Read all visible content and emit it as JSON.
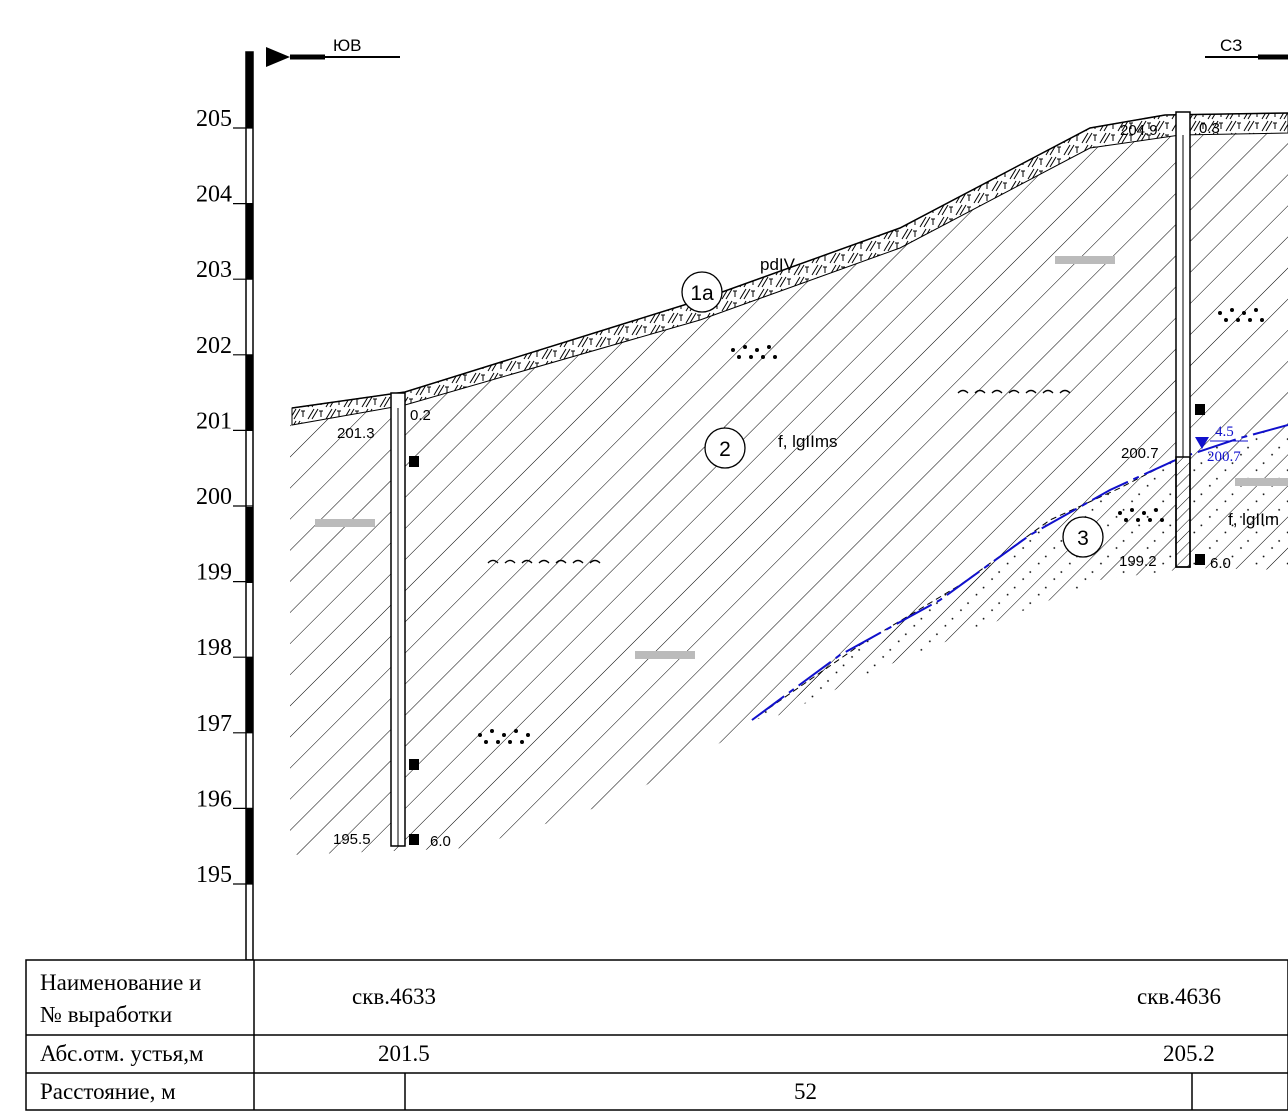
{
  "directions": {
    "left": "ЮВ",
    "right": "СЗ"
  },
  "elevation_scale": {
    "ticks": [
      "205",
      "204",
      "203",
      "202",
      "201",
      "200",
      "199",
      "198",
      "197",
      "196",
      "195"
    ]
  },
  "boreholes": [
    {
      "name": "скв.4633",
      "collar": "201.5",
      "ground": "201.3",
      "top_layer_depth": "0.2",
      "bottom_elev": "195.5",
      "depth": "6.0"
    },
    {
      "name": "скв.4636",
      "collar": "205.2",
      "ground": "204.9",
      "top_layer_depth": "0.3",
      "layer_boundary_elev": "200.7",
      "bottom_elev": "199.2",
      "depth": "6.0",
      "water_depth": "4.5",
      "water_elev": "200.7"
    }
  ],
  "layers": [
    {
      "id": "1a",
      "index": "1а",
      "code": "pdIV"
    },
    {
      "id": "2",
      "index": "2",
      "code": "f, lgIIms"
    },
    {
      "id": "3",
      "index": "3",
      "code": "f, lgIIm"
    }
  ],
  "colors": {
    "groundwater": "#1010cc",
    "lines": "#000000"
  },
  "table": {
    "rows": [
      {
        "label": "Наименование и\n№ выработки",
        "cells": [
          "скв.4633",
          "скв.4636"
        ]
      },
      {
        "label": "Абс.отм. устья,м",
        "cells": [
          "201.5",
          "205.2"
        ]
      },
      {
        "label": "Расстояние, м",
        "cells": [
          "52"
        ]
      }
    ]
  }
}
